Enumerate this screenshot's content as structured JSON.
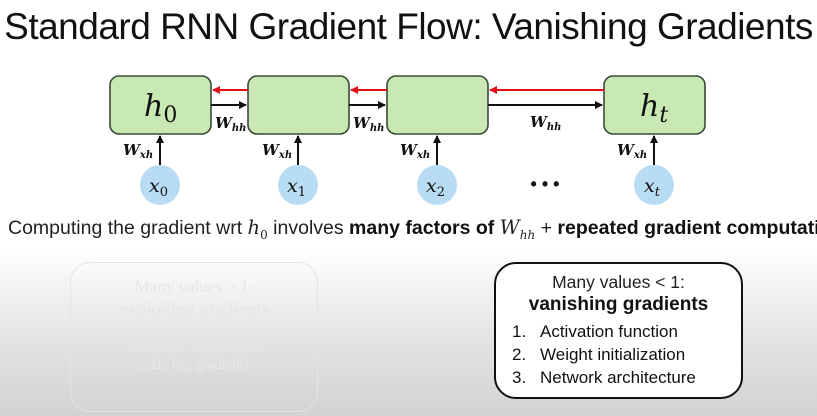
{
  "slide": {
    "title": "Standard RNN Gradient Flow: Vanishing Gradients"
  },
  "diagram": {
    "hidden_states": [
      {
        "label": "h",
        "subscript": "0"
      },
      {
        "label": "",
        "subscript": ""
      },
      {
        "label": "",
        "subscript": ""
      },
      {
        "label": "h",
        "subscript": "t"
      }
    ],
    "inputs": [
      {
        "label": "x",
        "subscript": "0"
      },
      {
        "label": "x",
        "subscript": "1"
      },
      {
        "label": "x",
        "subscript": "2"
      },
      {
        "label": "x",
        "subscript": "t"
      }
    ],
    "recurrent_weight": {
      "label": "W",
      "subscript": "hh"
    },
    "input_weight": {
      "label": "W",
      "subscript": "xh"
    },
    "ellipsis": "• • •",
    "colors": {
      "hidden_fill": "#c8e8b4",
      "hidden_stroke": "#3a4a36",
      "input_fill": "#b9dcf5",
      "backward_arrow": "#e3101a",
      "forward_arrow": "#111111"
    }
  },
  "caption": {
    "prefix": "Computing the gradient wrt ",
    "var": "h",
    "var_sub": "0",
    "middle": " involves ",
    "bold1": "many factors of ",
    "w": "W",
    "w_sub": "hh",
    "plus": " + ",
    "bold2": "repeated gradient computation",
    "suffix": "!"
  },
  "faded_box": {
    "line1": "Many values > 1:",
    "line2": "exploding gradients",
    "line3": "Gradient clipping to",
    "line4": "scale big gradients"
  },
  "note_box": {
    "heading": "Many values < 1:",
    "subheading": "vanishing gradients",
    "items": [
      {
        "num": "1.",
        "text": "Activation function"
      },
      {
        "num": "2.",
        "text": "Weight initialization"
      },
      {
        "num": "3.",
        "text": "Network architecture"
      }
    ]
  }
}
